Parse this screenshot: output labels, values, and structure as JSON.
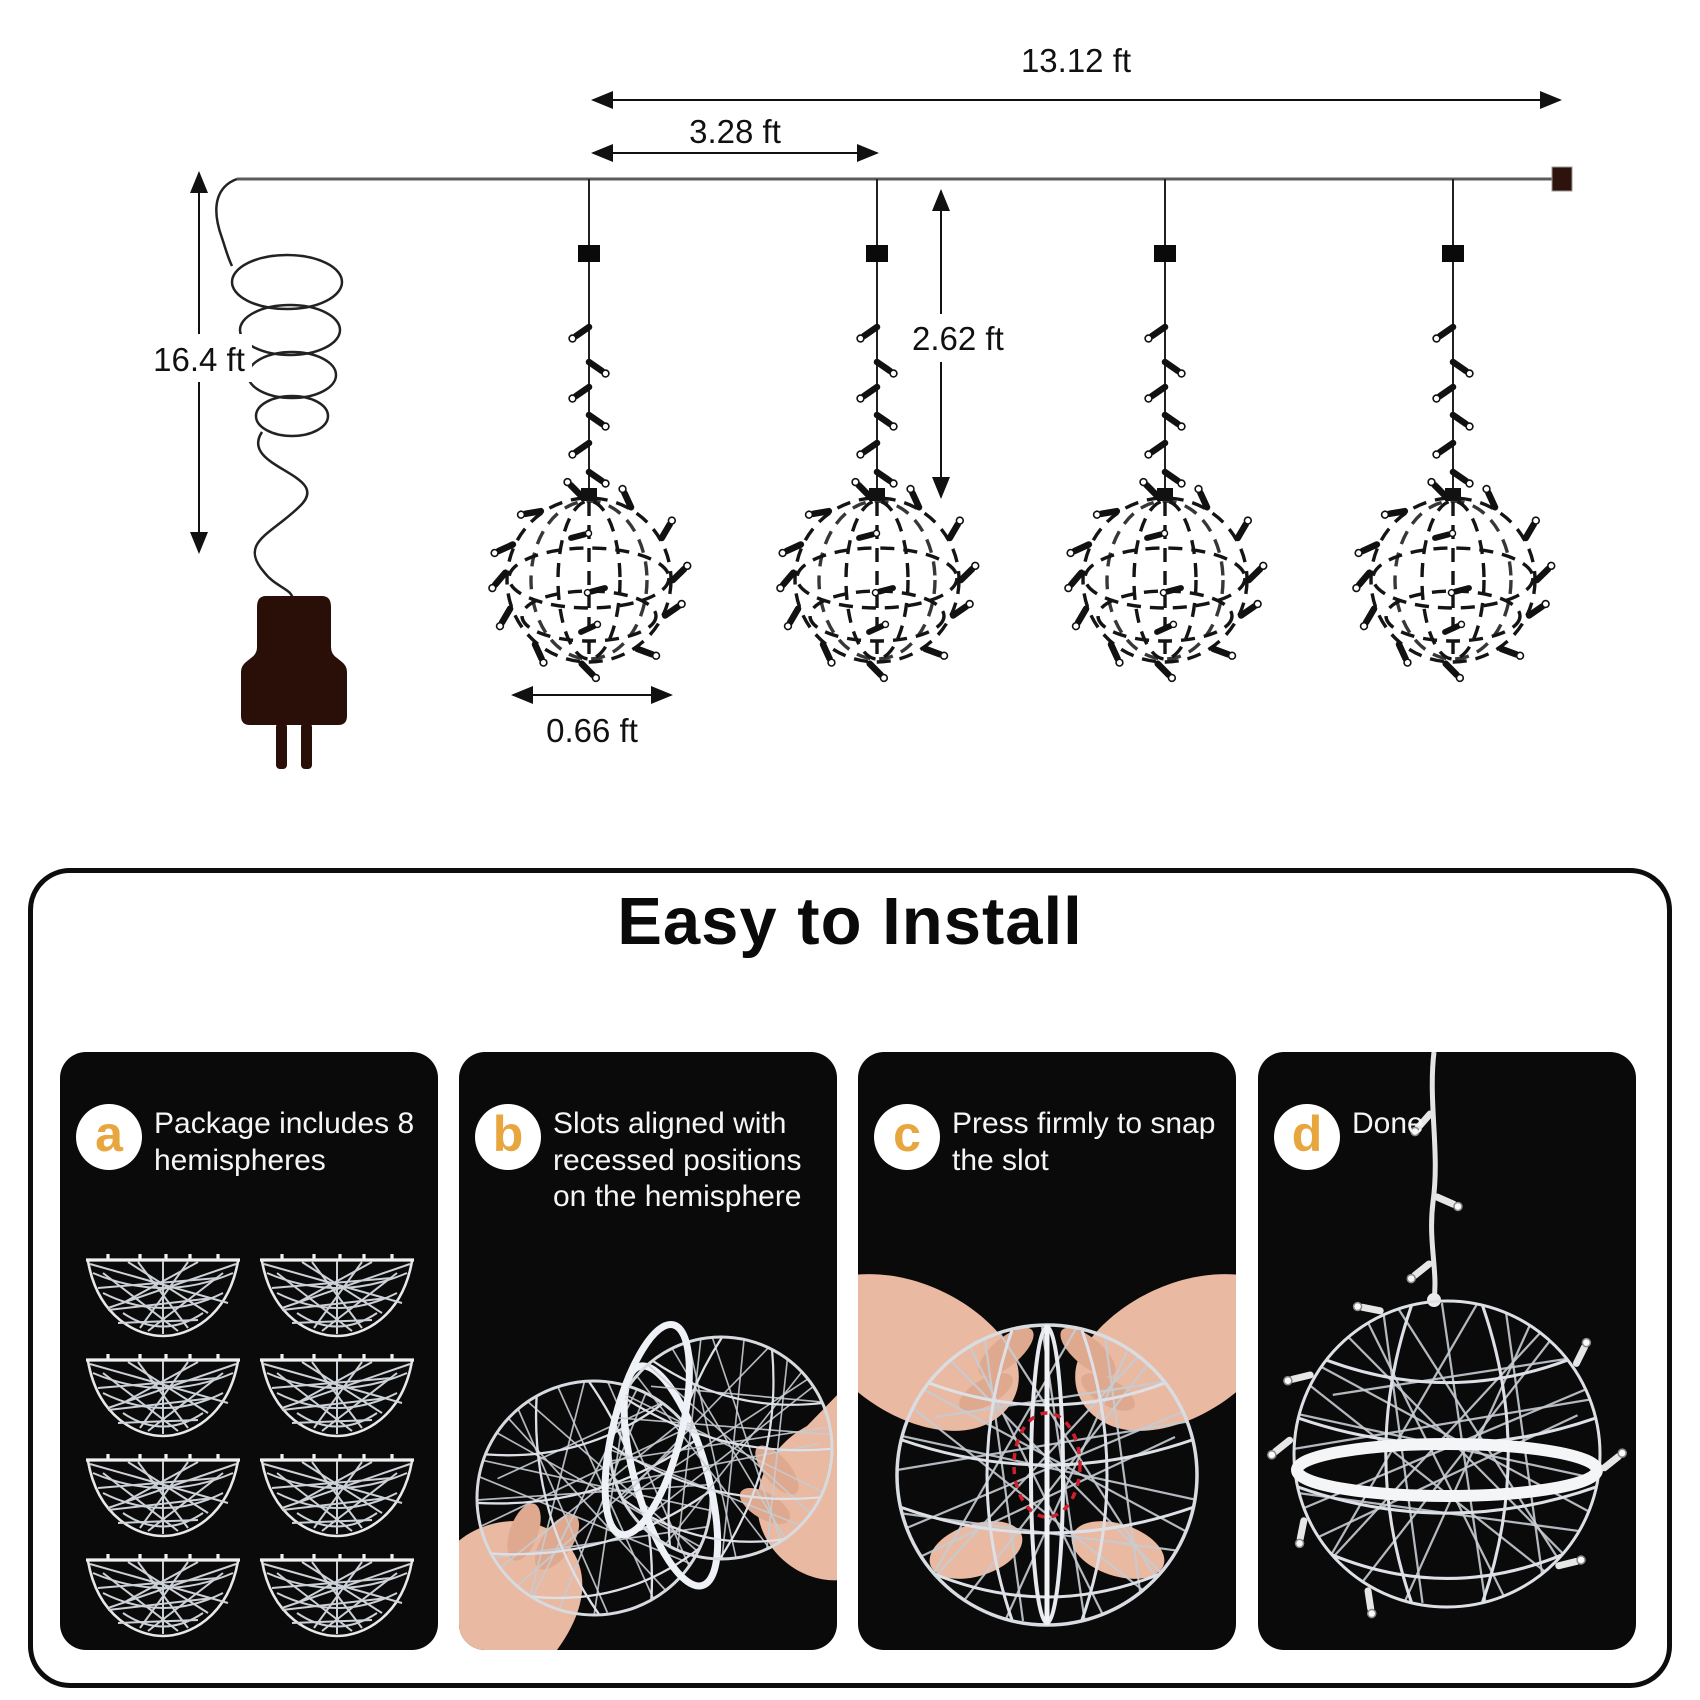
{
  "diagram": {
    "total_length_label": "13.12 ft",
    "ball_spacing_label": "3.28 ft",
    "drop_length_label": "2.62 ft",
    "lead_cord_label": "16.4 ft",
    "ball_diameter_label": "0.66 ft"
  },
  "panel": {
    "title": "Easy to Install",
    "steps": [
      {
        "letter": "a",
        "text": "Package includes 8 hemispheres"
      },
      {
        "letter": "b",
        "text": "Slots aligned with recessed positions on the hemisphere"
      },
      {
        "letter": "c",
        "text": "Press firmly to snap the slot"
      },
      {
        "letter": "d",
        "text": "Done"
      }
    ]
  },
  "colors": {
    "accent_letter": "#E8A63E",
    "card_bg": "#0a0a0a",
    "plug_brown": "#2E130C",
    "highlight_red": "#CF2030",
    "wire_gray": "#5b5b5b"
  }
}
